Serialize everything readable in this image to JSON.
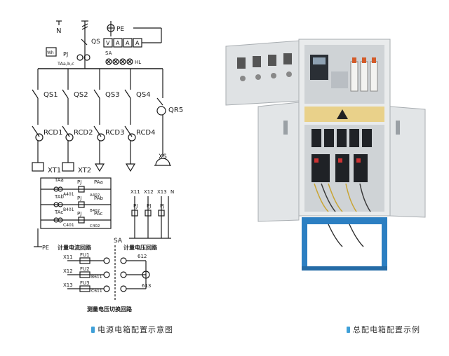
{
  "schematic": {
    "top": {
      "n": "N",
      "pe": "PE",
      "qs": "QS",
      "pj": "PJ",
      "sa": "SA",
      "hl": "HL",
      "v": "V",
      "a": "A",
      "wh": "Wh",
      "ta": "TAa,b,c"
    },
    "branches": [
      {
        "qs": "QS1",
        "rcd": "RCD1",
        "out": "XT1"
      },
      {
        "qs": "QS2",
        "rcd": "RCD2",
        "out": "XT2"
      },
      {
        "qs": "QS3",
        "rcd": "RCD3",
        "out": ""
      },
      {
        "qs": "QS4",
        "rcd": "RCD4",
        "out": ""
      }
    ],
    "qr": "QR5",
    "xs": "XS",
    "current_loop": {
      "rows": [
        {
          "ta": "TAa",
          "pj": "PJ",
          "pa": "PAa",
          "wire": "A401",
          "wire2": "A402"
        },
        {
          "ta": "TAb",
          "pj": "PJ",
          "pa": "PAb",
          "wire": "B401",
          "wire2": "B402"
        },
        {
          "ta": "TAc",
          "pj": "PJ",
          "pa": "PAc",
          "wire": "C401",
          "wire2": "C402"
        }
      ],
      "pe": "PE",
      "title": "计量电流回路"
    },
    "voltage_loop": {
      "terms": [
        "X11",
        "X12",
        "X13",
        "N"
      ],
      "pj": "PJ",
      "title": "计量电压回路"
    },
    "switch_loop": {
      "sa": "SA",
      "fuses": [
        {
          "x": "X11",
          "fu": "FU1",
          "w": ""
        },
        {
          "x": "X12",
          "fu": "FU2",
          "w": "B611"
        },
        {
          "x": "X13",
          "fu": "FU3",
          "w": "C611"
        }
      ],
      "nodes": [
        "612",
        "613"
      ],
      "title": "测量电压切换回路"
    }
  },
  "captions": {
    "left": "电源电箱配置示意图",
    "right": "总配电箱配置示例"
  },
  "colors": {
    "line": "#1a1a1a",
    "cabinet": "#e9ebec",
    "stand": "#2c7fc2",
    "accent": "#3fa0d8"
  }
}
